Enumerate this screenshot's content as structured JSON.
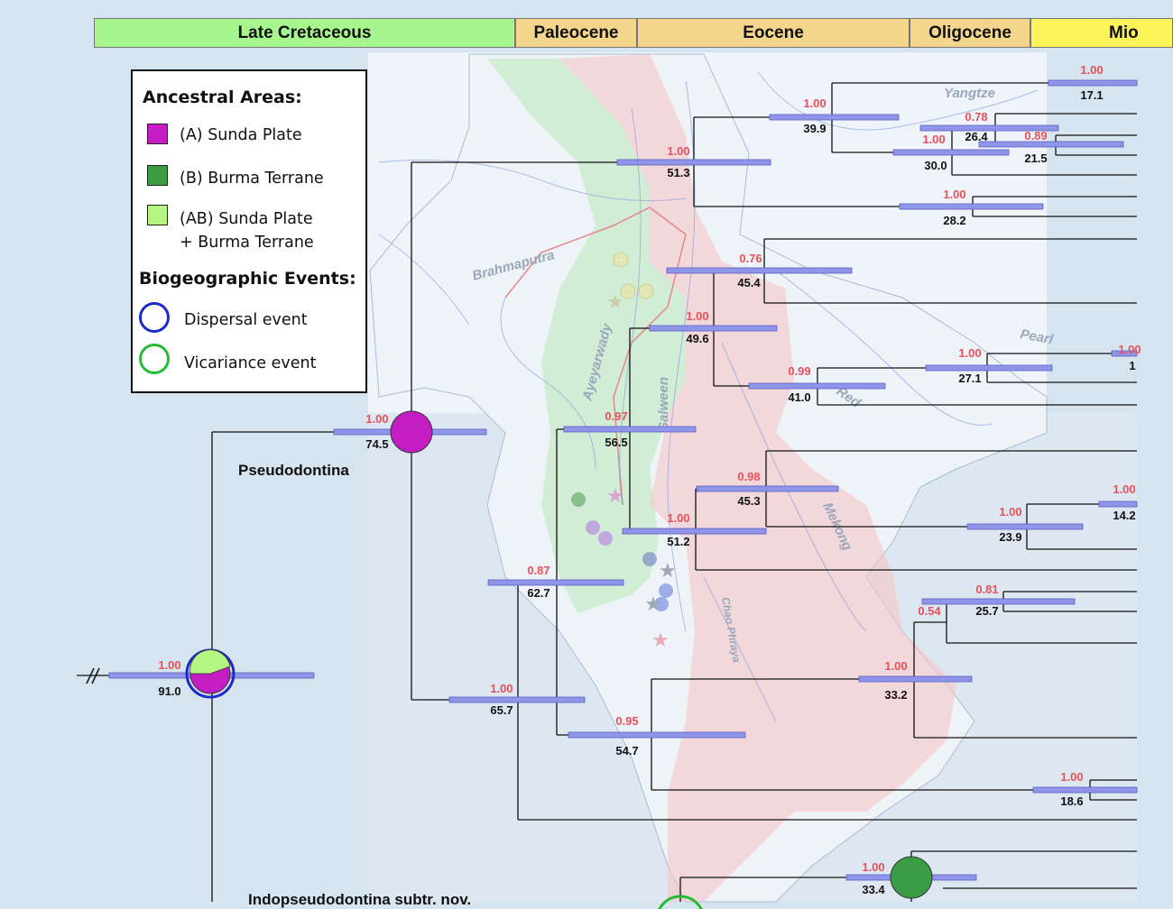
{
  "periods": [
    {
      "label": "Late Cretaceous",
      "color": "#a7f58d"
    },
    {
      "label": "Paleocene",
      "color": "#f4d58c"
    },
    {
      "label": "Eocene",
      "color": "#f4d58c"
    },
    {
      "label": "Oligocene",
      "color": "#f4d58c"
    },
    {
      "label": "Mio",
      "color": "#fbf45a"
    }
  ],
  "legend": {
    "areas_title": "Ancestral Areas:",
    "area_a": "(A) Sunda Plate",
    "area_b": "(B) Burma Terrane",
    "area_ab_1": "(AB) Sunda Plate",
    "area_ab_2": "+ Burma Terrane",
    "events_title": "Biogeographic Events:",
    "dispersal": "Dispersal event",
    "vicariance": "Vicariance event"
  },
  "colors": {
    "sunda": "#c41dc4",
    "burma": "#3a9c45",
    "sunda_burma": "#b5f582",
    "dispersal": "#1c2bc8",
    "vicariance": "#22bb33",
    "support": "#e8505a",
    "bar": "#8f95e8"
  },
  "rivers": [
    "Yangtze",
    "Brahmaputra",
    "Ayeyarwady",
    "Salween",
    "Pearl",
    "Red",
    "Mekong",
    "Chao Phraya"
  ],
  "clades": {
    "pseudodontina": "Pseudodontina",
    "indopseudodontina": "Indopseudodontina subtr. nov."
  },
  "nodes": [
    {
      "support": "1.00",
      "age": "91.0"
    },
    {
      "support": "1.00",
      "age": "74.5"
    },
    {
      "support": "1.00",
      "age": "51.3"
    },
    {
      "support": "1.00",
      "age": "39.9"
    },
    {
      "support": "1.00",
      "age": "17.1"
    },
    {
      "support": "0.78",
      "age": "26.4"
    },
    {
      "support": "0.89",
      "age": "21.5"
    },
    {
      "support": "1.00",
      "age": "30.0"
    },
    {
      "support": "1.00",
      "age": "28.2"
    },
    {
      "support": "0.76",
      "age": "45.4"
    },
    {
      "support": "1.00",
      "age": "49.6"
    },
    {
      "support": "1.00",
      "age": "27.1"
    },
    {
      "support": "0.99",
      "age": "41.0"
    },
    {
      "support": "0.97",
      "age": "56.5"
    },
    {
      "support": "0.98",
      "age": "45.3"
    },
    {
      "support": "1.00",
      "age": "51.2"
    },
    {
      "support": "1.00",
      "age": "14.2"
    },
    {
      "support": "1.00",
      "age": "23.9"
    },
    {
      "support": "0.87",
      "age": "62.7"
    },
    {
      "support": "0.81",
      "age": "25.7"
    },
    {
      "support": "0.54",
      "age": ""
    },
    {
      "support": "1.00",
      "age": "33.2"
    },
    {
      "support": "1.00",
      "age": "65.7"
    },
    {
      "support": "0.95",
      "age": "54.7"
    },
    {
      "support": "1.00",
      "age": "18.6"
    },
    {
      "support": "1.00",
      "age": "33.4"
    },
    {
      "support": "1.00",
      "age": "1"
    }
  ]
}
